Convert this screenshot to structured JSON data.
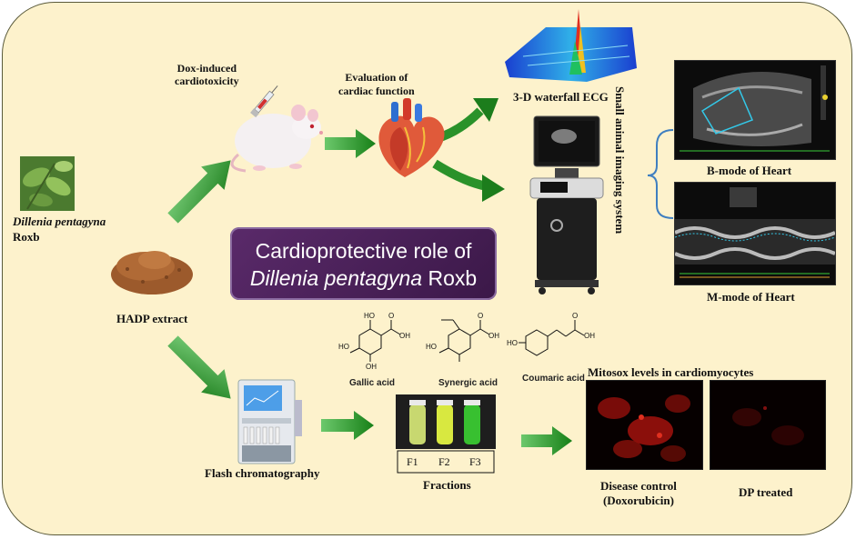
{
  "labels": {
    "dox": "Dox-induced\ncardiotoxicity",
    "evaluation": "Evaluation of\ncardiac function",
    "waterfall": "3-D waterfall ECG",
    "imaging_system": "Small animal imaging system",
    "b_mode": "B-mode of Heart",
    "m_mode": "M-mode of Heart",
    "plant_italic": "Dillenia pentagyna",
    "plant_roxb": "Roxb",
    "hadp": "HADP extract",
    "flash": "Flash chromatography",
    "fractions": "Fractions",
    "f1": "F1",
    "f2": "F2",
    "f3": "F3",
    "mitosox": "Mitosox levels in cardiomyocytes",
    "disease_control": "Disease control\n(Doxorubicin)",
    "dp_treated": "DP treated",
    "gallic": "Gallic acid",
    "synergic": "Synergic acid",
    "coumaric": "Coumaric acid"
  },
  "title": {
    "line1": "Cardioprotective role of",
    "line2_italic": "Dillenia pentagyna",
    "line2_rest": " Roxb"
  },
  "chem": {
    "oh": "OH",
    "ho": "HO",
    "o": "O"
  },
  "colors": {
    "background": "#fdf2cc",
    "arrow": "#2e9a2e",
    "title_box": "#4a2058",
    "fluor_red": "#c0140f"
  }
}
